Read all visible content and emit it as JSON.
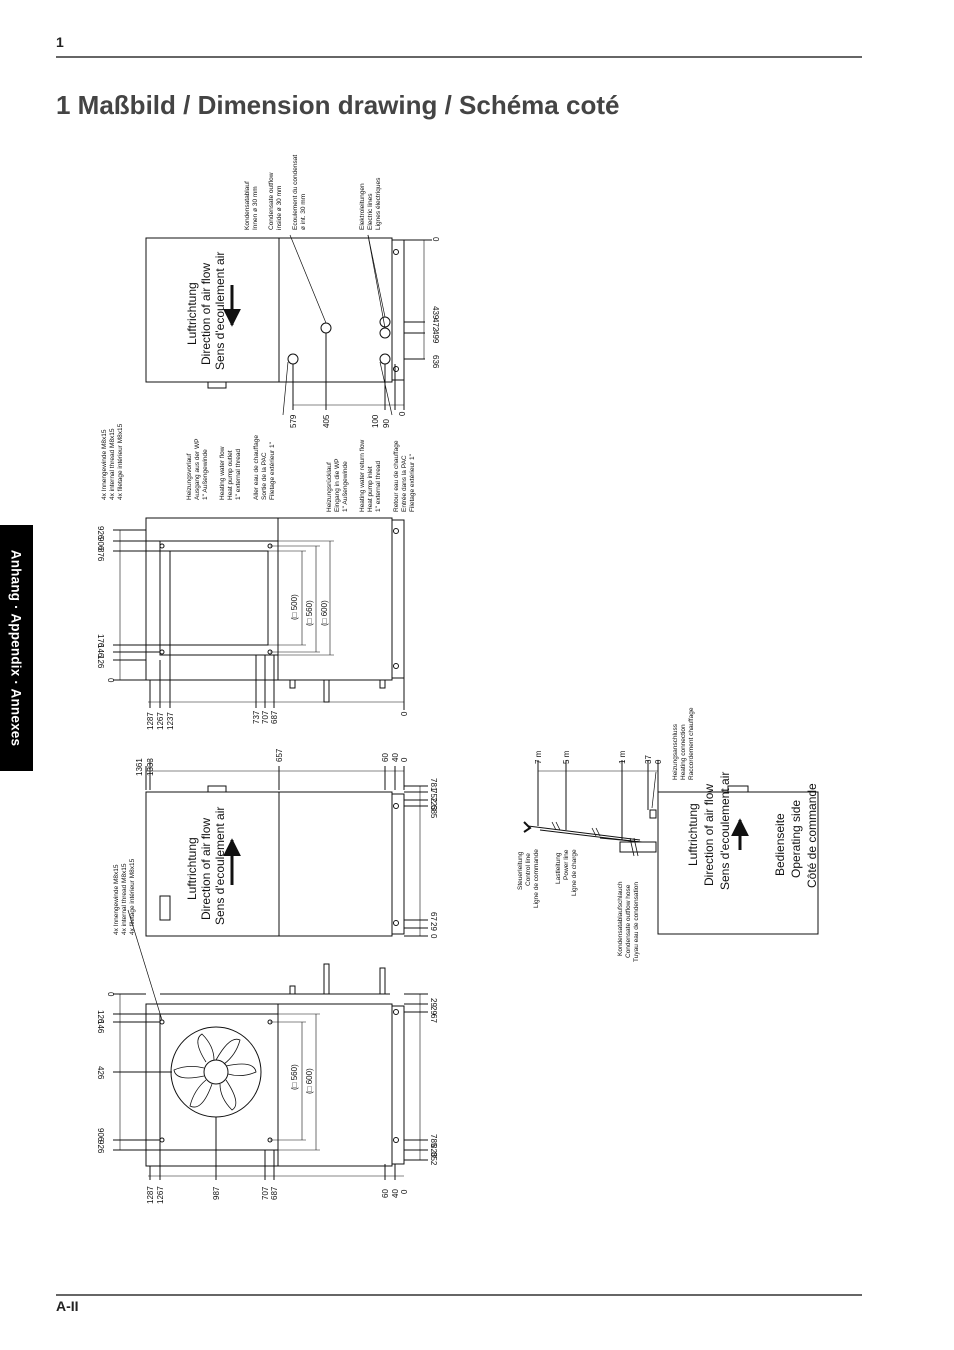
{
  "header": {
    "page_number": "1"
  },
  "title": "1   Maßbild / Dimension drawing / Schéma coté",
  "side_tab": "Anhang · Appendix · Annexes",
  "footer": {
    "label": "A-II"
  },
  "airflow": [
    "Luftrichtung",
    "Direction of air flow",
    "Sens d'ecoulement air"
  ],
  "operating_side": [
    "Bedienseite",
    "Operating side",
    "Côté de commande"
  ],
  "thread_note": [
    "4x Innengewinde M8x15",
    "4x internal thread M8x15",
    "4x filetage intérieur M8x15"
  ],
  "condensate_outflow": [
    "Kondensatablauf",
    "Innen ø 30 mm",
    "Condensate outflow",
    "inside ø 30 mm",
    "Ecoulement du condensat",
    "ø int. 30 mm"
  ],
  "electric_lines": [
    "Elektroleitungen",
    "Electric lines",
    "Lignes électriques"
  ],
  "heating_flow": [
    "Heizungsvorlauf",
    "Ausgang aus der WP",
    "1\" Außengewinde",
    "Heating water flow",
    "Heat pump outlet",
    "1\" external thread",
    "Aller eau de chauffage",
    "Sortie de la PAC",
    "Filetage extérieur 1\""
  ],
  "heating_return": [
    "Heizungsrücklauf",
    "Eingang in die WP",
    "1\" Außengewinde",
    "Heating water return flow",
    "Heat pump inlet",
    "1\" external thread",
    "Retour eau de chauffage",
    "Entrée dans la PAC",
    "Filetage extérieur 1\""
  ],
  "control_line": [
    "Steuerleitung",
    "Control line",
    "Ligne de commande"
  ],
  "power_line": [
    "Lastleitung",
    "Power line",
    "Ligne de charge"
  ],
  "condensate_hose": [
    "Kondensatablaufschlauch",
    "Condensate outflow hose",
    "Tuyau eau de condensation"
  ],
  "heating_connection": [
    "Heizungsanschluss",
    "Heating connection",
    "Raccordement chauffage"
  ],
  "dims": {
    "d0": "0",
    "d636": "636",
    "d499": "499",
    "d472": "472",
    "d439": "439",
    "d579": "579",
    "d405": "405",
    "d100": "100",
    "d90": "90",
    "d926": "926",
    "d906": "906",
    "d876": "876",
    "d176": "176",
    "d146": "146",
    "d126": "126",
    "d1287": "1287",
    "d1267": "1267",
    "d1237": "1237",
    "d737": "737",
    "d707": "707",
    "d687": "687",
    "sq500": "(□ 500)",
    "sq560": "(□ 560)",
    "sq600": "(□ 600)",
    "d1361": "1361",
    "d1333": "1333",
    "d657": "657",
    "d60": "60",
    "d40": "40",
    "d781": "781",
    "d752": "752",
    "d723": "723",
    "d685": "685",
    "d67": "67",
    "d29": "29",
    "d785": "785",
    "d823": "823",
    "d852": "852",
    "d987": "987",
    "m7": "7 m",
    "m5": "5 m",
    "m1": "1 m",
    "d37": "37"
  }
}
